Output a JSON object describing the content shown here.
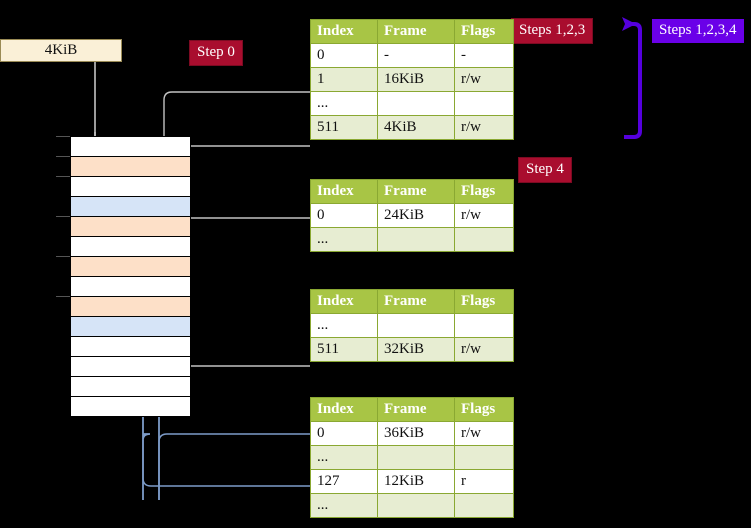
{
  "badges": {
    "step0": "Step 0",
    "steps123": "Steps 1,2,3",
    "steps1234": "Steps 1,2,3,4",
    "step4": "Step 4",
    "red_color": "#a90d2e",
    "blue_color": "#6a00e8"
  },
  "memory_label": {
    "text": "4KiB"
  },
  "tables": [
    {
      "name": "pml4-table",
      "headers": [
        "Index",
        "Frame",
        "Flags"
      ],
      "rows": [
        {
          "cells": [
            "0",
            "-",
            "-"
          ],
          "shade": "odd",
          "highlight": false
        },
        {
          "cells": [
            "1",
            "16KiB",
            "r/w"
          ],
          "shade": "even",
          "highlight": false
        },
        {
          "cells": [
            "...",
            "",
            ""
          ],
          "shade": "odd",
          "highlight": false
        },
        {
          "cells": [
            "511",
            "4KiB",
            "r/w"
          ],
          "shade": "even",
          "highlight": true
        }
      ]
    },
    {
      "name": "pdp-table",
      "headers": [
        "Index",
        "Frame",
        "Flags"
      ],
      "rows": [
        {
          "cells": [
            "0",
            "24KiB",
            "r/w"
          ],
          "shade": "odd",
          "highlight": false
        },
        {
          "cells": [
            "...",
            "",
            ""
          ],
          "shade": "even",
          "highlight": false
        }
      ]
    },
    {
      "name": "pd-table",
      "headers": [
        "Index",
        "Frame",
        "Flags"
      ],
      "rows": [
        {
          "cells": [
            "...",
            "",
            ""
          ],
          "shade": "odd",
          "highlight": false
        },
        {
          "cells": [
            "511",
            "32KiB",
            "r/w"
          ],
          "shade": "even",
          "highlight": false
        }
      ]
    },
    {
      "name": "pt-table",
      "headers": [
        "Index",
        "Frame",
        "Flags"
      ],
      "rows": [
        {
          "cells": [
            "0",
            "36KiB",
            "r/w"
          ],
          "shade": "odd",
          "highlight": false
        },
        {
          "cells": [
            "...",
            "",
            ""
          ],
          "shade": "even",
          "highlight": false
        },
        {
          "cells": [
            "127",
            "12KiB",
            "r"
          ],
          "shade": "odd",
          "highlight": false
        },
        {
          "cells": [
            "...",
            "",
            ""
          ],
          "shade": "even",
          "highlight": false
        }
      ]
    }
  ],
  "memory_column": {
    "rows": [
      {
        "fill": "white",
        "tick": true
      },
      {
        "fill": "orange",
        "tick": true
      },
      {
        "fill": "white",
        "tick": true
      },
      {
        "fill": "blue",
        "tick": false
      },
      {
        "fill": "orange",
        "tick": true
      },
      {
        "fill": "white",
        "tick": false
      },
      {
        "fill": "orange",
        "tick": true
      },
      {
        "fill": "white",
        "tick": false
      },
      {
        "fill": "orange",
        "tick": true
      },
      {
        "fill": "blue",
        "tick": false
      },
      {
        "fill": "white",
        "tick": false
      },
      {
        "fill": "white",
        "tick": false
      },
      {
        "fill": "white",
        "tick": false
      },
      {
        "fill": "white",
        "tick": false
      }
    ],
    "colors": {
      "white": "#ffffff",
      "orange": "#fde0c8",
      "blue": "#d6e4f7",
      "border": "#000000"
    }
  },
  "connectors": {
    "gray_color": "#b8b8b8",
    "blue_color": "#6f8fbf",
    "purple_color": "#5500dd"
  }
}
